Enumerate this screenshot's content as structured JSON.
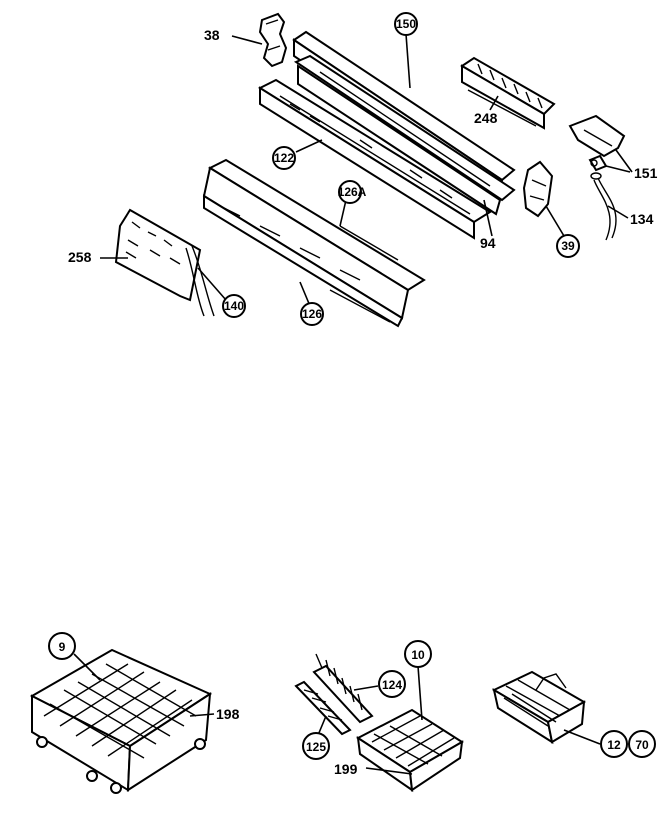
{
  "callouts": {
    "c38": "38",
    "c150": "150",
    "c248": "248",
    "c151": "151",
    "c134": "134",
    "c122": "122",
    "c126a": "126A",
    "c94": "94",
    "c39": "39",
    "c258": "258",
    "c140": "140",
    "c126": "126",
    "c9": "9",
    "c198": "198",
    "c124": "124",
    "c10": "10",
    "c125": "125",
    "c199": "199",
    "c12": "12",
    "c70": "70"
  }
}
